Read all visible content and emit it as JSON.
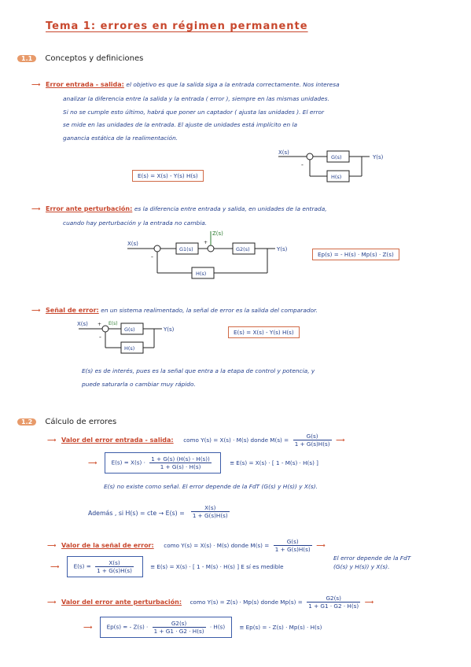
{
  "title": "Tema 1: errores en régimen permanente",
  "s11": {
    "num": "1.1",
    "title": "Conceptos y definiciones"
  },
  "ee": {
    "term": "Error entrada - salida:",
    "lines": [
      "el objetivo es que la salida siga a la entrada correctamente. Nos interesa",
      "analizar la diferencia entre la salida y la entrada ( error ), siempre en las mismas unidades.",
      "Si no se cumple esto último, habrá que poner un captador ( ajusta las unidades ). El error",
      "se mide en las unidades de la entrada. El ajuste de unidades está implícito en la",
      "ganancia estática de la realimentación."
    ],
    "box": "E(s) = X(s) - Y(s) H(s)"
  },
  "d1": {
    "x": "X(s)",
    "y": "Y(s)",
    "g": "G(s)",
    "h": "H(s)",
    "minus": "-"
  },
  "ep": {
    "term": "Error ante perturbación:",
    "lines": [
      "es la diferencia entre entrada y salida, en unidades de la entrada,",
      "cuando hay perturbación y la entrada no cambia."
    ],
    "box": "Ep(s) = - H(s) · Mp(s) · Z(s)"
  },
  "d2": {
    "x": "X(s)",
    "y": "Y(s)",
    "z": "Z(s)",
    "g1": "G1(s)",
    "g2": "G2(s)",
    "h": "H(s)",
    "plus": "+",
    "minus": "-"
  },
  "se": {
    "term": "Señal de error:",
    "line": "en un sistema realimentado, la señal de error es la salida del comparador.",
    "box": "E(s) = X(s) - Y(s) H(s)",
    "note": [
      "E(s) es de interés, pues es la señal que entra a la etapa de control y potencia, y",
      "puede saturarla o cambiar muy rápido."
    ]
  },
  "d3": {
    "x": "X(s)",
    "y": "Y(s)",
    "e": "E(s)",
    "g": "G(s)",
    "h": "H(s)",
    "plus": "+",
    "minus": "-"
  },
  "s12": {
    "num": "1.2",
    "title": "Cálculo de errores"
  },
  "c1": {
    "term": "Valor del error entrada - salida:",
    "intro": "como  Y(s) = X(s) · M(s)  donde  M(s) =",
    "mnum": "G(s)",
    "mden": "1 + G(s)H(s)",
    "lhs": "E(s) = X(s) ·",
    "fnum": "1 + G(s) (H(s) - H(s))",
    "fden": "1 + G(s) · H(s)",
    "alt": "≡  E(s) = X(s) · [ 1 - M(s) · H(s) ]",
    "note": "E(s) no existe como señal. El error depende de la FdT  (G(s) y H(s))  y  X(s).",
    "adem": "Además ,  si  H(s) = cte  →  E(s) =",
    "anum": "X(s)",
    "aden": "1 + G(s)H(s)"
  },
  "c2": {
    "term": "Valor de la señal de error:",
    "intro": "como  Y(s) = X(s) · M(s)  donde  M(s) =",
    "mnum": "G(s)",
    "mden": "1 + G(s)H(s)",
    "lhs": "E(s) =",
    "fnum": "X(s)",
    "fden": "1 + G(s)H(s)",
    "alt": "≡  E(s) = X(s) · [ 1 - M(s) · H(s) ]   E  sí es medible",
    "note1": "El error depende de la FdT",
    "note2": "(G(s) y H(s))   y   X(s)."
  },
  "c3": {
    "term": "Valor del error ante perturbación:",
    "intro": "como  Y(s) = Z(s) · Mp(s)  donde  Mp(s) =",
    "mnum": "G2(s)",
    "mden": "1 + G1 · G2 · H(s)",
    "lhs": "Ep(s) = - Z(s) ·",
    "fnum": "G2(s)",
    "fden": "1 + G1 · G2 · H(s)",
    "rhs": "· H(s)",
    "alt": "≡  Ep(s) = - Z(s) · Mp(s) · H(s)"
  },
  "colors": {
    "accent": "#c8472d",
    "ink": "#233f8c",
    "badge": "#e79a6a",
    "green": "#2e7d32"
  }
}
